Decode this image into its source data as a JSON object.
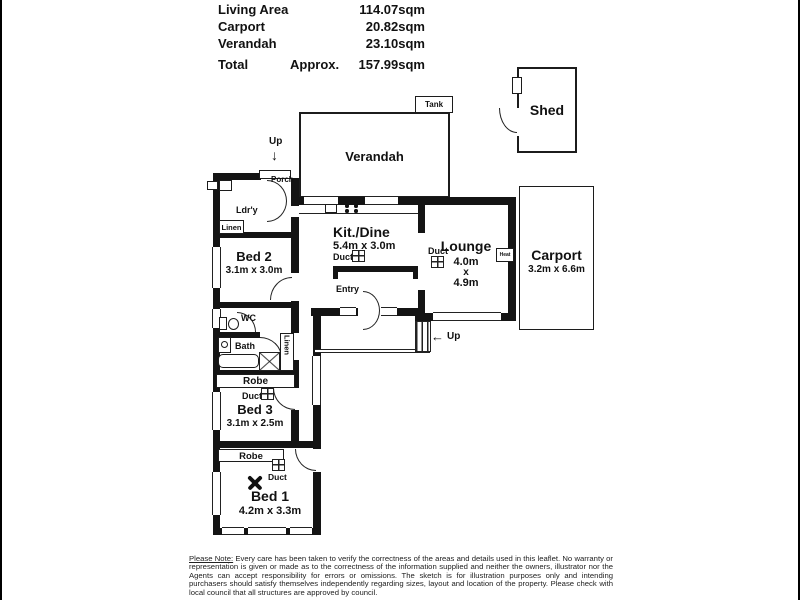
{
  "header": {
    "rows": [
      {
        "label": "Living Area",
        "value": "114.07sqm"
      },
      {
        "label": "Carport",
        "value": "20.82sqm"
      },
      {
        "label": "Verandah",
        "value": "23.10sqm"
      }
    ],
    "total": {
      "label": "Total",
      "qualifier": "Approx.",
      "value": "157.99sqm"
    }
  },
  "plan": {
    "rooms": {
      "shed": {
        "name": "Shed"
      },
      "tank": {
        "name": "Tank"
      },
      "verandah": {
        "name": "Verandah"
      },
      "carport": {
        "name": "Carport",
        "dims": "3.2m x 6.6m"
      },
      "kit_dine": {
        "name": "Kit./Dine",
        "dims": "5.4m x 3.0m"
      },
      "lounge": {
        "name": "Lounge",
        "dims1": "4.0m",
        "dims2": "x",
        "dims3": "4.9m"
      },
      "bed1": {
        "name": "Bed 1",
        "dims": "4.2m x 3.3m"
      },
      "bed2": {
        "name": "Bed 2",
        "dims": "3.1m x 3.0m"
      },
      "bed3": {
        "name": "Bed 3",
        "dims": "3.1m x 2.5m"
      },
      "laundry": {
        "name": "Ldr'y"
      },
      "porch": {
        "name": "Porch"
      },
      "entry": {
        "name": "Entry"
      },
      "wc": {
        "name": "WC"
      },
      "bath": {
        "name": "Bath"
      },
      "linen_hall": {
        "name": "Linen"
      },
      "linen_bath": {
        "name": "Linen"
      },
      "robe_bed3": {
        "name": "Robe"
      },
      "robe_bed1": {
        "name": "Robe"
      }
    },
    "labels": {
      "duct": "Duct",
      "heat": "Heat",
      "up_porch": "Up",
      "up_entry": "Up"
    },
    "icons": {
      "arrow_down": "↓",
      "arrow_left": "←"
    },
    "colors": {
      "wall": "#141414",
      "line": "#222222",
      "background": "#ffffff"
    }
  },
  "disclaimer": {
    "note_label": "Please Note:",
    "text": "  Every care has been taken to verify the correctness of the areas and details used in this leaflet. No warranty or representation is given or made as to the correctness of the information supplied and neither the owners, illustrator nor the Agents can accept responsibility for errors or omissions. The sketch is for illustration purposes only and intending purchasers should satisfy themselves independently regarding sizes, layout and location of the property. Please check with local council that all structures are approved by council."
  }
}
